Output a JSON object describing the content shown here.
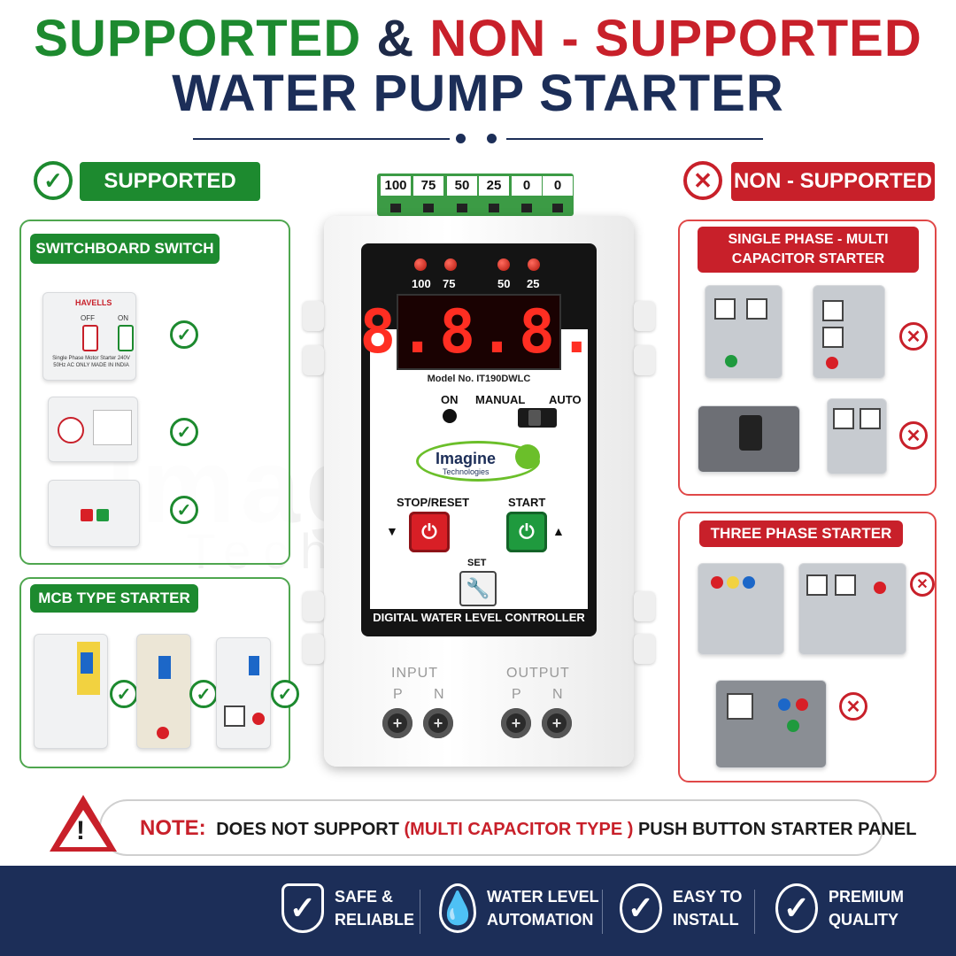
{
  "title": {
    "line1_supported": "SUPPORTED",
    "line1_amp": "&",
    "line1_non": "NON - SUPPORTED",
    "line2": "WATER PUMP STARTER"
  },
  "supported": {
    "header": "SUPPORTED",
    "switchboard": {
      "label": "SWITCHBOARD SWITCH",
      "switch1_brand": "HAVELLS",
      "switch1_off": "OFF",
      "switch1_on": "ON",
      "switch1_caption": "Single Phase Motor Starter 240V 50Hz AC ONLY MADE IN INDIA"
    },
    "mcb": {
      "label": "MCB TYPE STARTER"
    }
  },
  "non_supported": {
    "header": "NON - SUPPORTED",
    "single_phase": {
      "label": "SINGLE PHASE - MULTI CAPACITOR STARTER"
    },
    "three_phase": {
      "label": "THREE PHASE STARTER"
    }
  },
  "device": {
    "terminals": [
      "100",
      "75",
      "50",
      "25",
      "0",
      "0"
    ],
    "leds": [
      "100",
      "75",
      "50",
      "25"
    ],
    "display": "8.8.8.",
    "model": "Model No. IT190DWLC",
    "on_label": "ON",
    "manual_label": "MANUAL",
    "auto_label": "AUTO",
    "brand": "Imagine",
    "brand_sub": "Technologies",
    "stop_label": "STOP/RESET",
    "start_label": "START",
    "set_label": "SET",
    "panel_title": "DIGITAL WATER LEVEL CONTROLLER",
    "input_label": "INPUT",
    "output_label": "OUTPUT",
    "p": "P",
    "n": "N"
  },
  "note": {
    "label": "NOTE:",
    "text1": "DOES NOT SUPPORT",
    "text_red": "(MULTI CAPACITOR TYPE )",
    "text2": "PUSH BUTTON STARTER PANEL"
  },
  "features": [
    {
      "icon": "shield-check-icon",
      "line1": "SAFE &",
      "line2": "RELIABLE"
    },
    {
      "icon": "water-drop-icon",
      "line1": "WATER LEVEL",
      "line2": "AUTOMATION"
    },
    {
      "icon": "gear-check-icon",
      "line1": "EASY TO",
      "line2": "INSTALL"
    },
    {
      "icon": "badge-check-icon",
      "line1": "PREMIUM",
      "line2": "QUALITY"
    }
  ],
  "colors": {
    "green": "#1d8a2f",
    "red": "#c8202a",
    "navy": "#1c2e58"
  }
}
